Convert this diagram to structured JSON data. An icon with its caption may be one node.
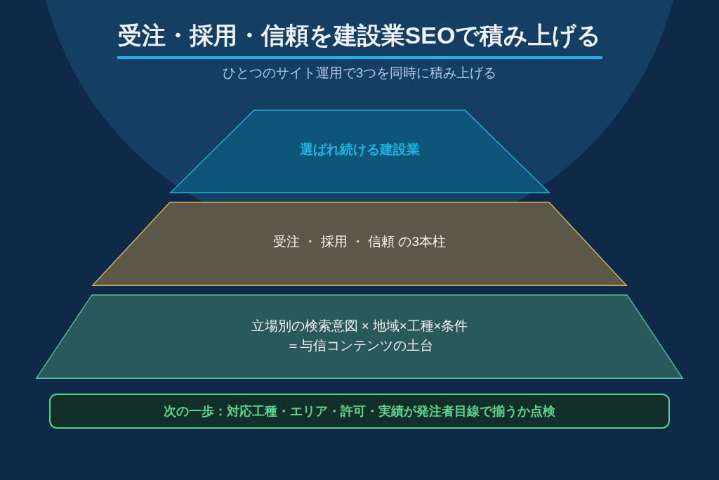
{
  "diagram": {
    "title": "受注・採用・信頼を建設業SEOで積み上げる",
    "nodes": [
      {
        "text": [
          "選ばれ続ける建設業"
        ]
      },
      {
        "text": [
          "受注 ・ 採用 ・ 信頼 の3本柱"
        ]
      },
      {
        "text": [
          "立場別の検索意図 × 地域×工種×条件＝与信コンテンツの土台"
        ]
      },
      {
        "text": [
          "次の一歩：対応工種・エリア・許可・実績が発注者目線で揃うか点検"
        ]
      }
    ],
    "labels": [
      "ひとつのサイト運用で3つを同時に積み上げる"
    ]
  }
}
